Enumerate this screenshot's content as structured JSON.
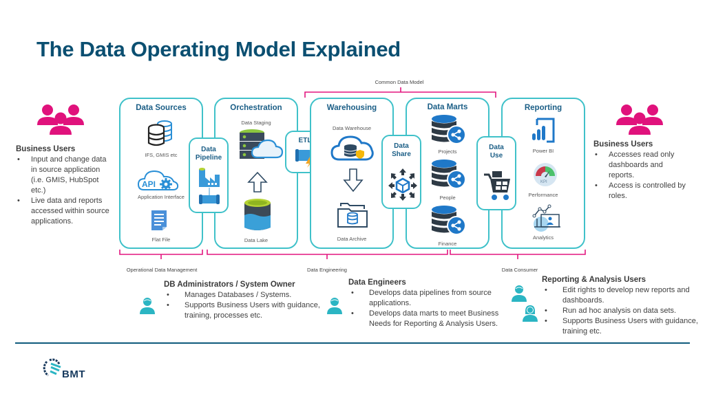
{
  "title": "The Data Operating Model Explained",
  "colors": {
    "title": "#0b4f71",
    "box_border": "#3fc1c9",
    "bracket": "#e3157f",
    "business_users_icon": "#e0127c",
    "role_icon": "#2bb5c3",
    "footer_rule": "#0e5a7c"
  },
  "brackets": {
    "top": {
      "label": "Common Data Model"
    },
    "bottom": [
      {
        "label": "Operational Data Management"
      },
      {
        "label": "Data Engineering"
      },
      {
        "label": "Data Consumer"
      }
    ]
  },
  "stages": {
    "data_sources": {
      "title": "Data Sources",
      "items": [
        {
          "icon": "database-stack-icon",
          "caption": "IFS, GMIS etc"
        },
        {
          "icon": "api-cloud-gear-icon",
          "caption": "Application Interface"
        },
        {
          "icon": "flat-file-icon",
          "caption": "Flat File"
        }
      ]
    },
    "data_pipeline": {
      "title_line1": "Data",
      "title_line2": "Pipeline",
      "icon": "data-factory-pipeline-icon"
    },
    "orchestration": {
      "title": "Orchestration",
      "items": [
        {
          "icon": "staging-server-cloud-icon",
          "caption": "Data Staging"
        },
        {
          "icon": "up-arrow-icon",
          "caption": ""
        },
        {
          "icon": "data-lake-icon",
          "caption": "Data Lake"
        }
      ]
    },
    "etl": {
      "title": "ETL",
      "icon": "etl-pipe-bolt-icon"
    },
    "warehousing": {
      "title": "Warehousing",
      "items": [
        {
          "icon": "cloud-warehouse-icon",
          "caption": "Data Warehouse"
        },
        {
          "icon": "down-arrow-icon",
          "caption": ""
        },
        {
          "icon": "archive-folder-icon",
          "caption": "Data Archive"
        }
      ]
    },
    "data_share": {
      "title_line1": "Data",
      "title_line2": "Share",
      "icon": "share-cube-arrows-icon"
    },
    "data_marts": {
      "title": "Data Marts",
      "items": [
        {
          "icon": "shared-database-icon",
          "caption": "Projects"
        },
        {
          "icon": "shared-database-icon",
          "caption": "People"
        },
        {
          "icon": "shared-database-icon",
          "caption": "Finance"
        }
      ]
    },
    "data_use": {
      "title_line1": "Data",
      "title_line2": "Use",
      "icon": "shopping-cart-icon"
    },
    "reporting": {
      "title": "Reporting",
      "items": [
        {
          "icon": "power-bi-icon",
          "caption": "Power BI"
        },
        {
          "icon": "kpi-gauge-icon",
          "caption": "Performance"
        },
        {
          "icon": "analytics-screen-icon",
          "caption": "Analytics"
        }
      ]
    }
  },
  "business_users_left": {
    "heading": "Business Users",
    "bullets": [
      "Input and change data in source application (i.e. GMIS, HubSpot etc.)",
      "Live data and reports accessed within source applications."
    ]
  },
  "business_users_right": {
    "heading": "Business Users",
    "bullets": [
      "Accesses read only dashboards and reports.",
      "Access is controlled by roles."
    ]
  },
  "roles": [
    {
      "heading": "DB Administrators / System Owner",
      "bullets": [
        "Manages Databases / Systems.",
        "Supports Business Users with guidance, training, processes etc."
      ]
    },
    {
      "heading": "Data Engineers",
      "bullets": [
        "Develops data pipelines from source applications.",
        "Develops data marts to meet Business Needs for Reporting & Analysis Users."
      ]
    },
    {
      "heading": "Reporting & Analysis Users",
      "bullets": [
        "Edit rights to develop new reports and dashboards.",
        "Run ad hoc analysis on data sets.",
        "Supports Business Users with guidance, training etc."
      ]
    }
  ],
  "logo": {
    "text": "BMT",
    "icon": "bmt-logo-icon"
  }
}
